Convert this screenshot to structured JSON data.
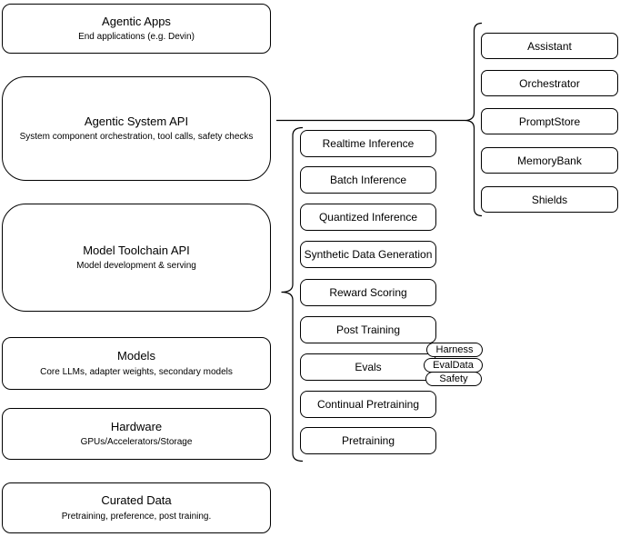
{
  "colors": {
    "stroke": "#000000",
    "fill": "#ffffff",
    "text": "#000000",
    "background": "#ffffff"
  },
  "diagram": {
    "stack": [
      {
        "title": "Agentic Apps",
        "subtitle": "End applications (e.g. Devin)"
      },
      {
        "title": "Agentic System API",
        "subtitle": "System component orchestration, tool calls, safety checks"
      },
      {
        "title": "Model Toolchain API",
        "subtitle": "Model development & serving"
      },
      {
        "title": "Models",
        "subtitle": "Core LLMs, adapter weights, secondary models"
      },
      {
        "title": "Hardware",
        "subtitle": "GPUs/Accelerators/Storage"
      },
      {
        "title": "Curated Data",
        "subtitle": "Pretraining, preference, post training."
      }
    ],
    "toolchain": {
      "items": [
        "Realtime Inference",
        "Batch Inference",
        "Quantized Inference",
        "Synthetic Data Generation",
        "Reward Scoring",
        "Post Training",
        "Evals",
        "Continual Pretraining",
        "Pretraining"
      ]
    },
    "eval_tags": [
      "Harness",
      "EvalData",
      "Safety"
    ],
    "agentic_components": [
      "Assistant",
      "Orchestrator",
      "PromptStore",
      "MemoryBank",
      "Shields"
    ]
  }
}
